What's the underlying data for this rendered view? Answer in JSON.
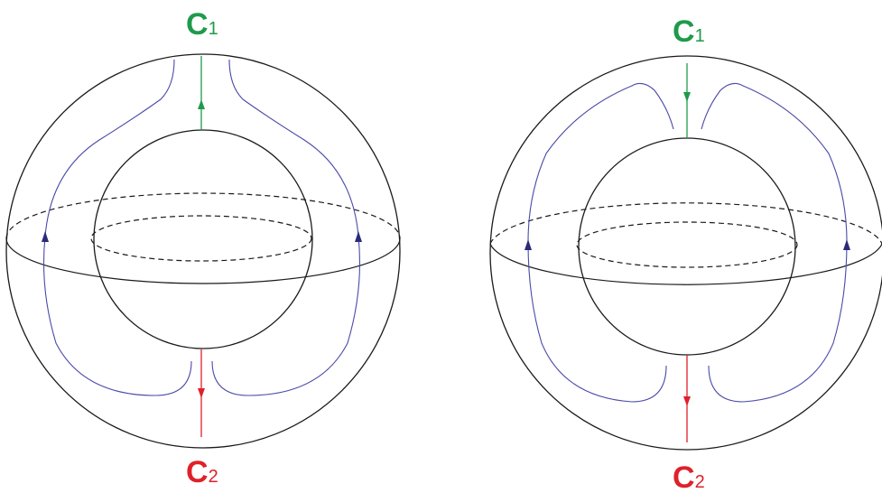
{
  "colors": {
    "outline": "#1a1a1a",
    "flow": "#4a4aa8",
    "arrow_head": "#2b2b7a",
    "c1": "#1f9a4a",
    "c2": "#e0202a"
  },
  "left_panel": {
    "top_label": {
      "main": "C",
      "sub": "1"
    },
    "bottom_label": {
      "main": "C",
      "sub": "2"
    }
  },
  "right_panel": {
    "top_label": {
      "main": "C",
      "sub": "1"
    },
    "bottom_label": {
      "main": "C",
      "sub": "2"
    }
  }
}
